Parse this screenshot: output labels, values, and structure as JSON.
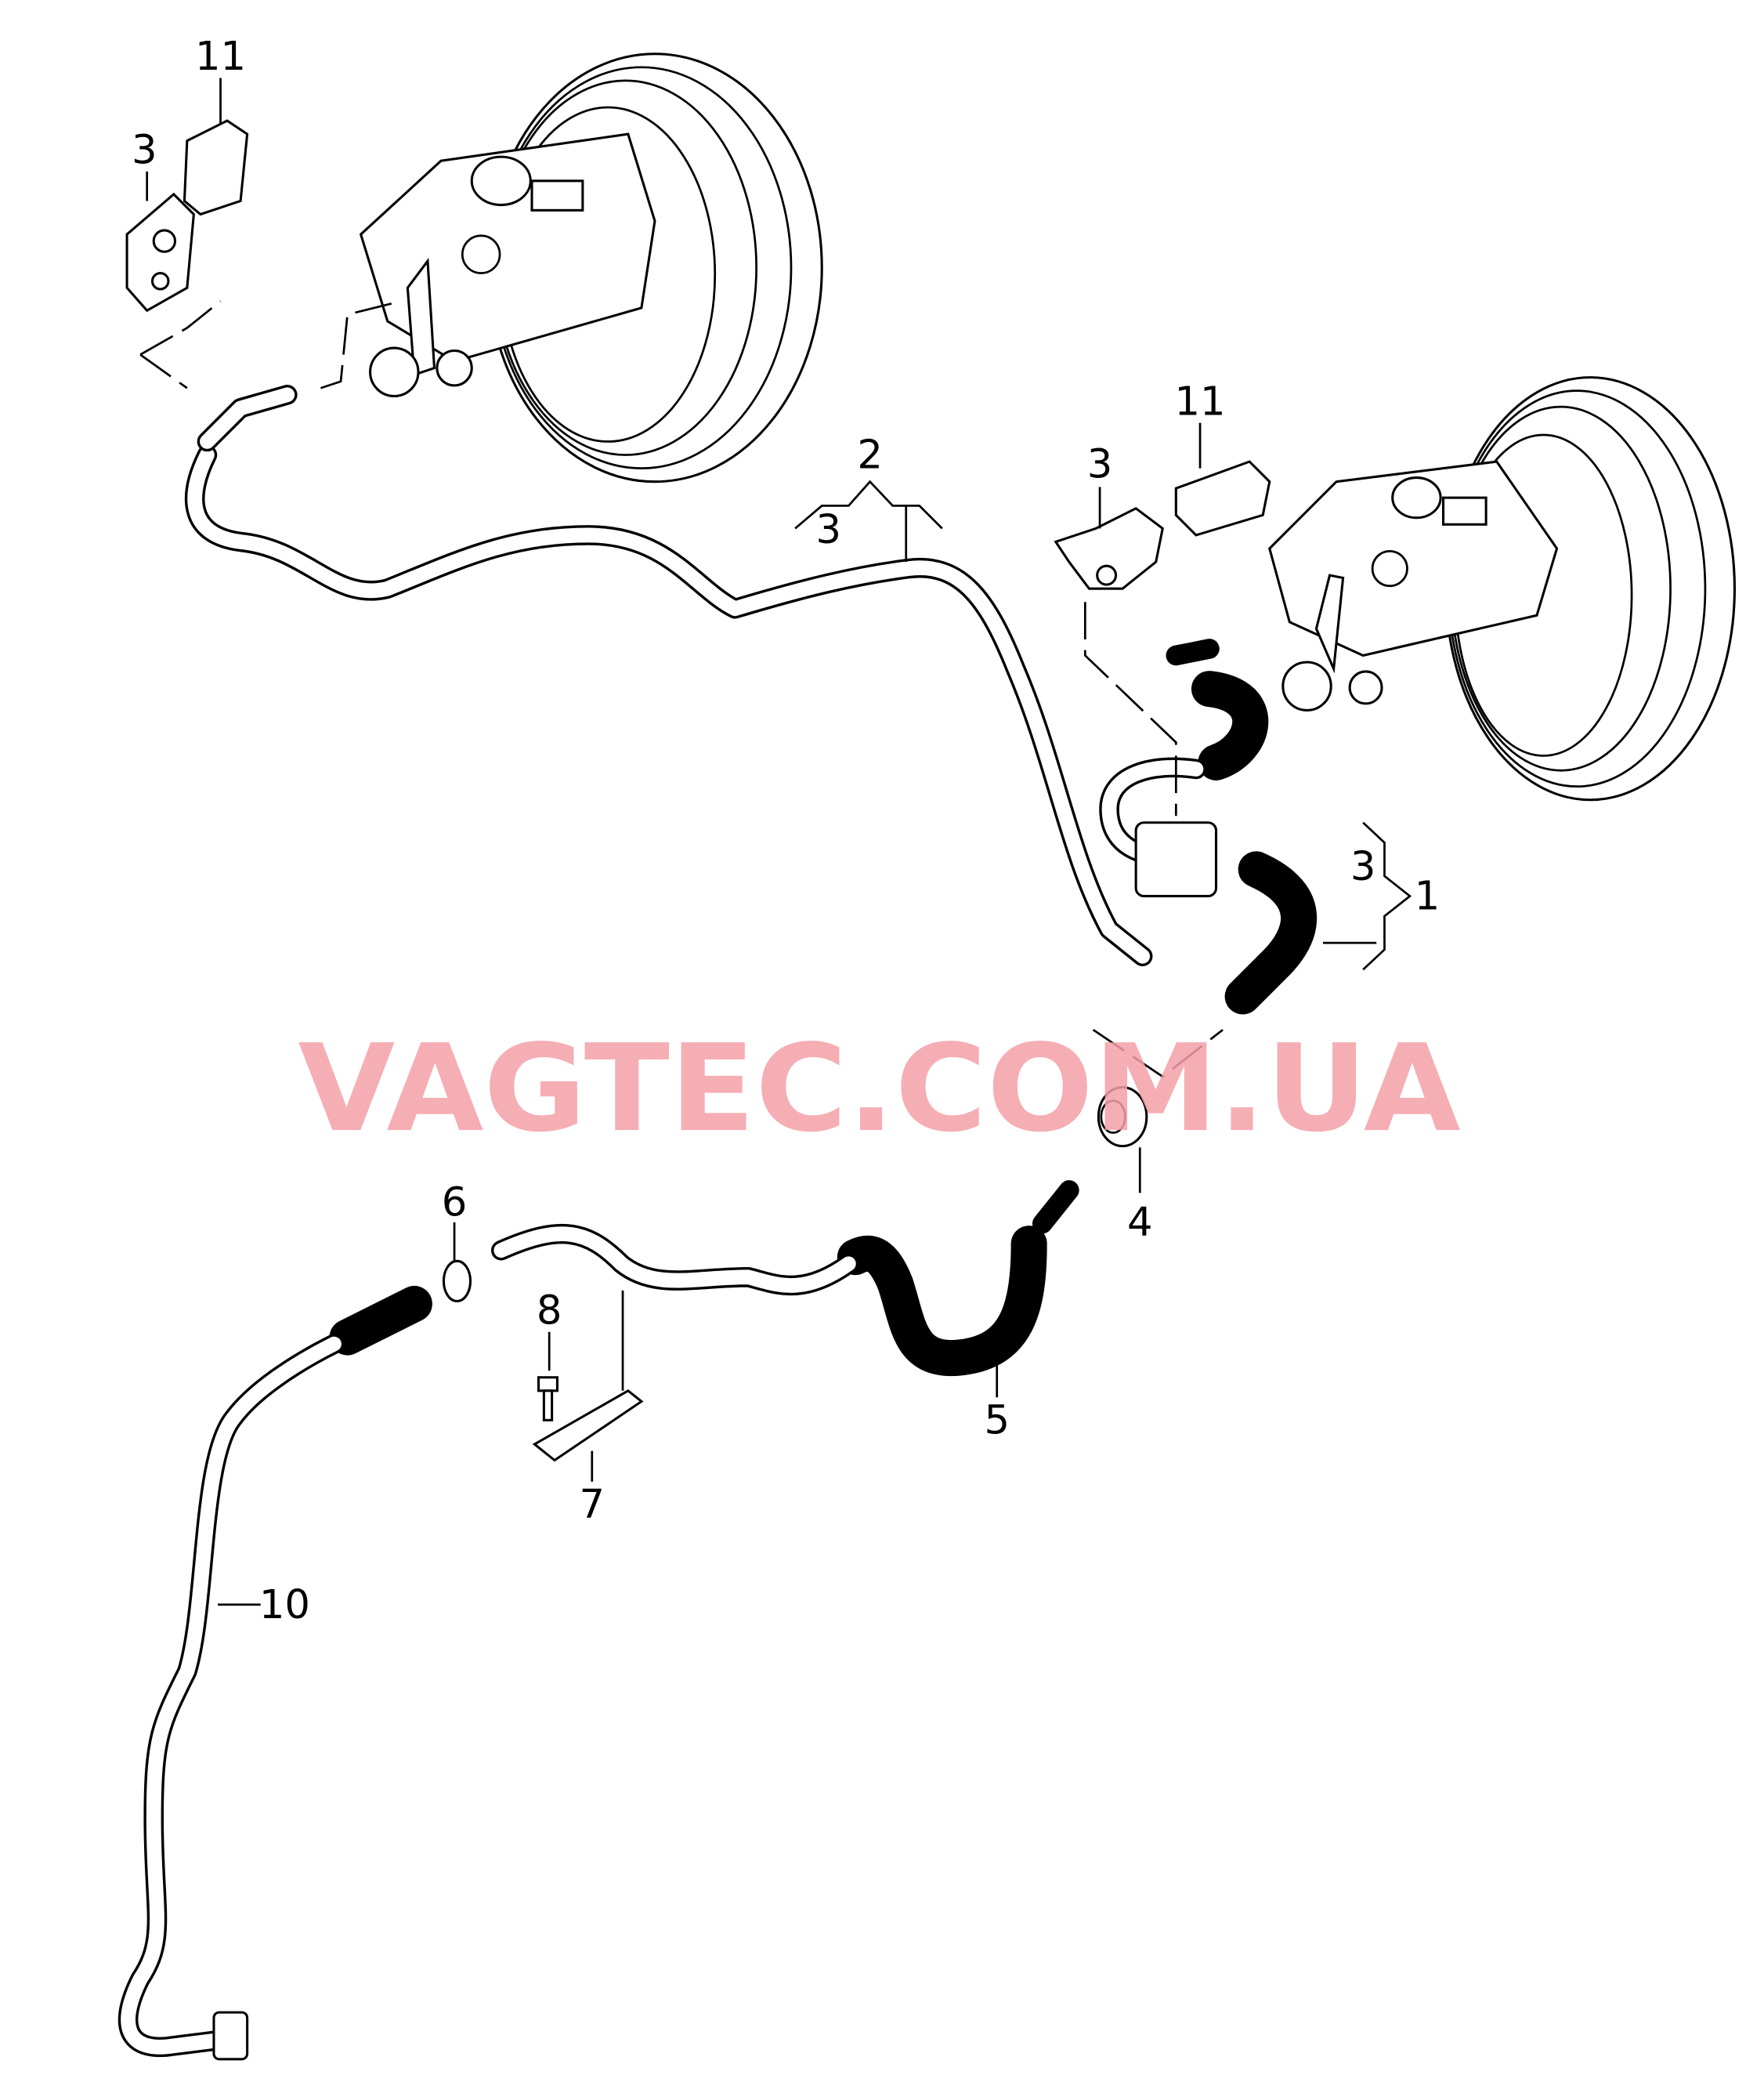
{
  "watermark": "VAGTEC.COM.UA",
  "colors": {
    "watermark": "#f4a0a8",
    "line": "#000000",
    "background": "#ffffff"
  },
  "callouts": [
    {
      "id": "c-11a",
      "text": "11"
    },
    {
      "id": "c-3a",
      "text": "3"
    },
    {
      "id": "c-2",
      "text": "2"
    },
    {
      "id": "c-3b",
      "text": "3"
    },
    {
      "id": "c-11b",
      "text": "11"
    },
    {
      "id": "c-3c",
      "text": "3"
    },
    {
      "id": "c-3d",
      "text": "3"
    },
    {
      "id": "c-1",
      "text": "1"
    },
    {
      "id": "c-4",
      "text": "4"
    },
    {
      "id": "c-6",
      "text": "6"
    },
    {
      "id": "c-8",
      "text": "8"
    },
    {
      "id": "c-5",
      "text": "5"
    },
    {
      "id": "c-7",
      "text": "7"
    },
    {
      "id": "c-10",
      "text": "10"
    }
  ]
}
